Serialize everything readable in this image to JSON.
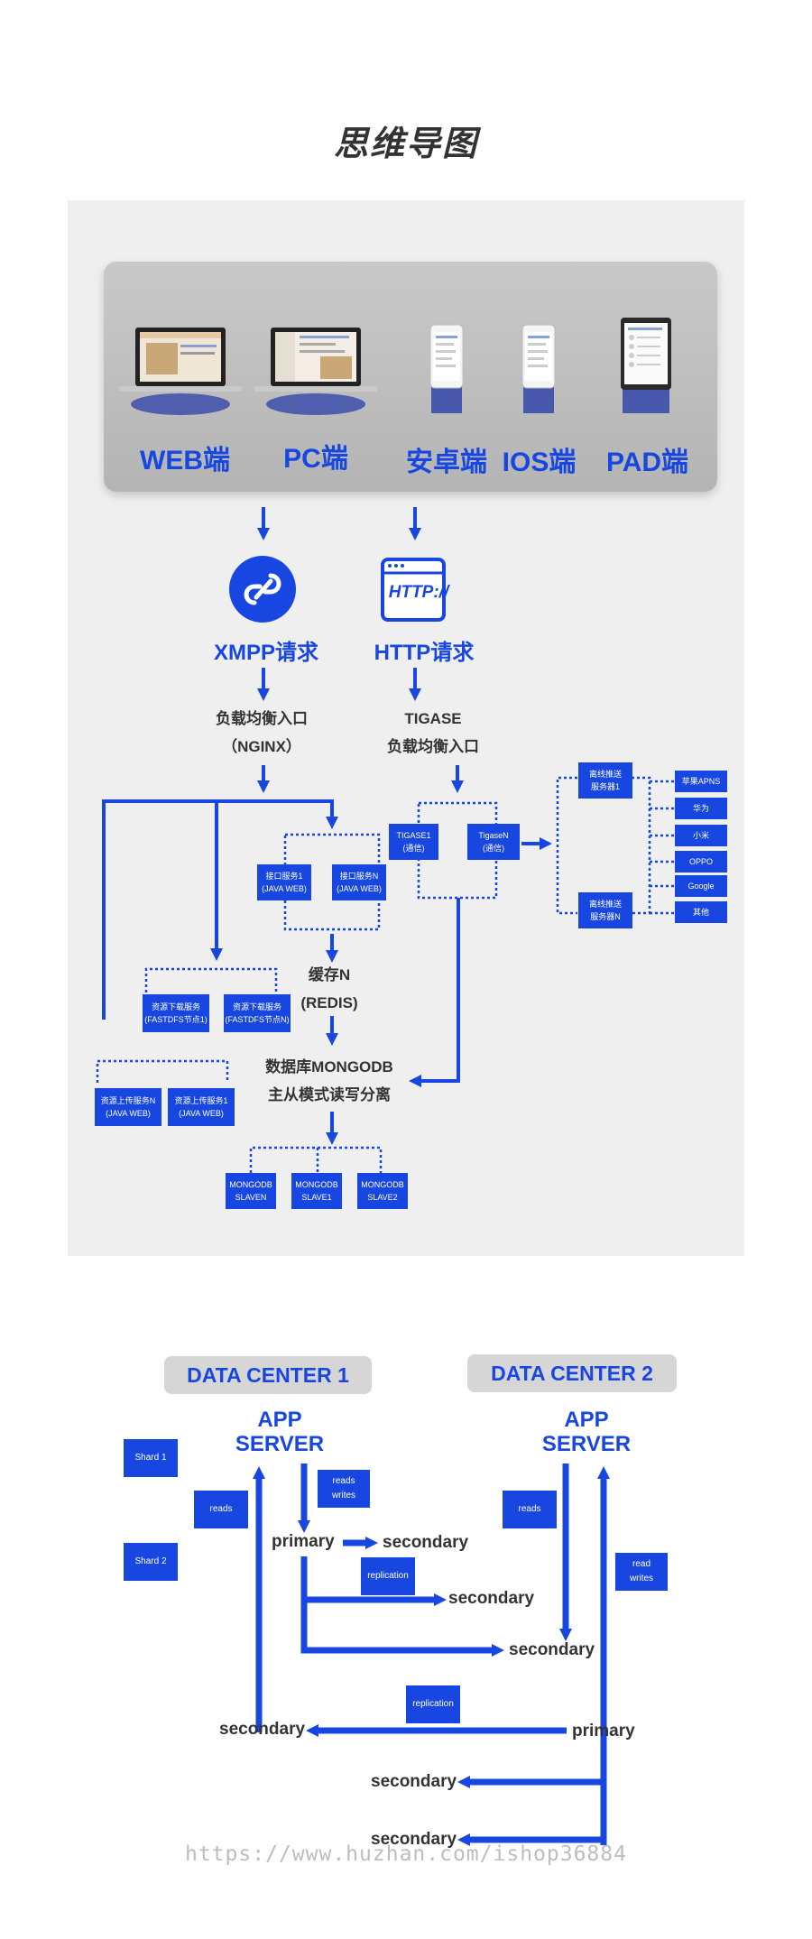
{
  "title": "思维导图",
  "devices": [
    {
      "label": "WEB端",
      "icon": "laptop-icon"
    },
    {
      "label": "PC端",
      "icon": "laptop-icon"
    },
    {
      "label": "安卓端",
      "icon": "phone-icon"
    },
    {
      "label": "IOS端",
      "icon": "phone-icon"
    },
    {
      "label": "PAD端",
      "icon": "tablet-icon"
    }
  ],
  "protocols": {
    "xmpp": {
      "label": "XMPP请求",
      "icon": "link-icon"
    },
    "http": {
      "label": "HTTP请求",
      "icon_text": "HTTP://",
      "icon": "browser-icon"
    }
  },
  "nginx": {
    "line1": "负载均衡入口",
    "line2": "（NGINX）"
  },
  "tigase_lb": {
    "line1": "TIGASE",
    "line2": "负载均衡入口"
  },
  "tigase_nodes": [
    {
      "line1": "TIGASE1",
      "line2": "(通信)"
    },
    {
      "line1": "TigaseN",
      "line2": "(通信)"
    }
  ],
  "push_servers": [
    {
      "line1": "离线推送",
      "line2": "服务器1"
    },
    {
      "line1": "离线推送",
      "line2": "服务器N"
    }
  ],
  "push_channels": [
    "苹果APNS",
    "华为",
    "小米",
    "OPPO",
    "Google",
    "其他"
  ],
  "api_services": [
    {
      "line1": "接口服务1",
      "line2": "(JAVA WEB)"
    },
    {
      "line1": "接口服务N",
      "line2": "(JAVA WEB)"
    }
  ],
  "cache": {
    "line1": "缓存N",
    "line2": "(REDIS)"
  },
  "download_services": [
    {
      "line1": "资源下载服务",
      "line2": "(FASTDFS节点1)"
    },
    {
      "line1": "资源下载服务",
      "line2": "(FASTDFS节点N)"
    }
  ],
  "upload_services": [
    {
      "line1": "资源上传服务N",
      "line2": "(JAVA WEB)"
    },
    {
      "line1": "资源上传服务1",
      "line2": "(JAVA WEB)"
    }
  ],
  "database": {
    "line1": "数据库MONGODB",
    "line2": "主从模式读写分离"
  },
  "mongodb_nodes": [
    {
      "line1": "MONGODB",
      "line2": "SLAVEN"
    },
    {
      "line1": "MONGODB",
      "line2": "SLAVE1"
    },
    {
      "line1": "MONGODB",
      "line2": "SLAVE2"
    }
  ],
  "datacenters": {
    "dc1": {
      "label": "DATA CENTER 1",
      "app_line1": "APP",
      "app_line2": "SERVER",
      "shard1": "Shard 1",
      "shard2": "Shard 2",
      "reads": "reads",
      "reads_writes_1": "reads",
      "reads_writes_2": "writes",
      "primary": "primary",
      "secondary_a": "secondary",
      "replication": "replication",
      "secondary_b": "secondary",
      "secondary_c": "secondary"
    },
    "dc2": {
      "label": "DATA CENTER 2",
      "app_line1": "APP",
      "app_line2": "SERVER",
      "reads": "reads",
      "read_writes_1": "read",
      "read_writes_2": "writes",
      "replication": "replication",
      "primary": "primary",
      "secondary_left": "secondary",
      "secondary_mid": "secondary",
      "secondary_bottom": "secondary"
    }
  },
  "watermark": "https://www.huzhan.com/ishop36884",
  "colors": {
    "accent": "#1747e0",
    "panel": "#efefef",
    "text": "#333333"
  }
}
